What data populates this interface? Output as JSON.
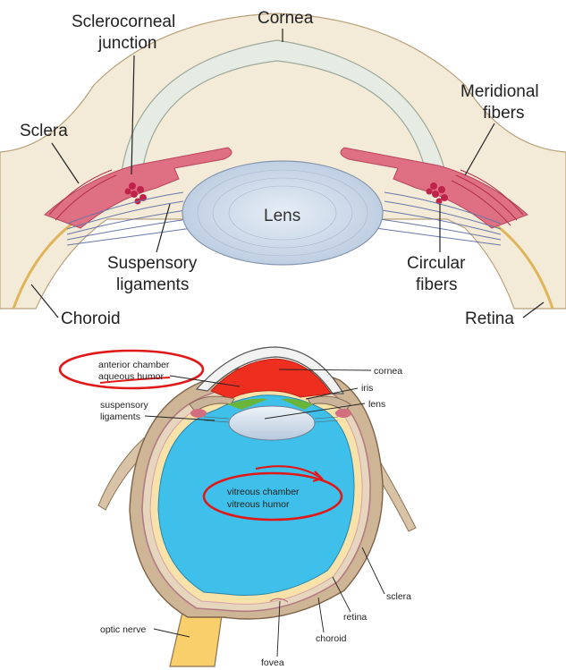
{
  "top_figure": {
    "labels": {
      "sclerocorneal_line1": "Sclerocorneal",
      "sclerocorneal_line2": "junction",
      "cornea": "Cornea",
      "meridional_line1": "Meridional",
      "meridional_line2": "fibers",
      "sclera": "Sclera",
      "lens": "Lens",
      "suspensory_line1": "Suspensory",
      "suspensory_line2": "ligaments",
      "circular_line1": "Circular",
      "circular_line2": "fibers",
      "choroid": "Choroid",
      "retina": "Retina"
    }
  },
  "bottom_figure": {
    "labels": {
      "anterior_line1": "anterior chamber",
      "anterior_line2": "aqueous humor",
      "cornea": "cornea",
      "iris": "iris",
      "lens": "lens",
      "suspensory_line1": "suspensory",
      "suspensory_line2": "ligaments",
      "vitreous_line1": "vitreous chamber",
      "vitreous_line2": "vitreous humor",
      "sclera": "sclera",
      "retina": "retina",
      "choroid": "choroid",
      "optic_nerve": "optic nerve",
      "fovea": "fovea"
    }
  },
  "colors": {
    "cornea": "#e6ebe3",
    "sclera": "#f3ead8",
    "ciliary": "#df6f83",
    "lens": "#cfdbea",
    "aqueous": "#ee2f1f",
    "vitreous": "#3ec0ea",
    "iris_green": "#69b53a",
    "optic": "#f8cf6b",
    "annotation_red": "#e01818"
  }
}
